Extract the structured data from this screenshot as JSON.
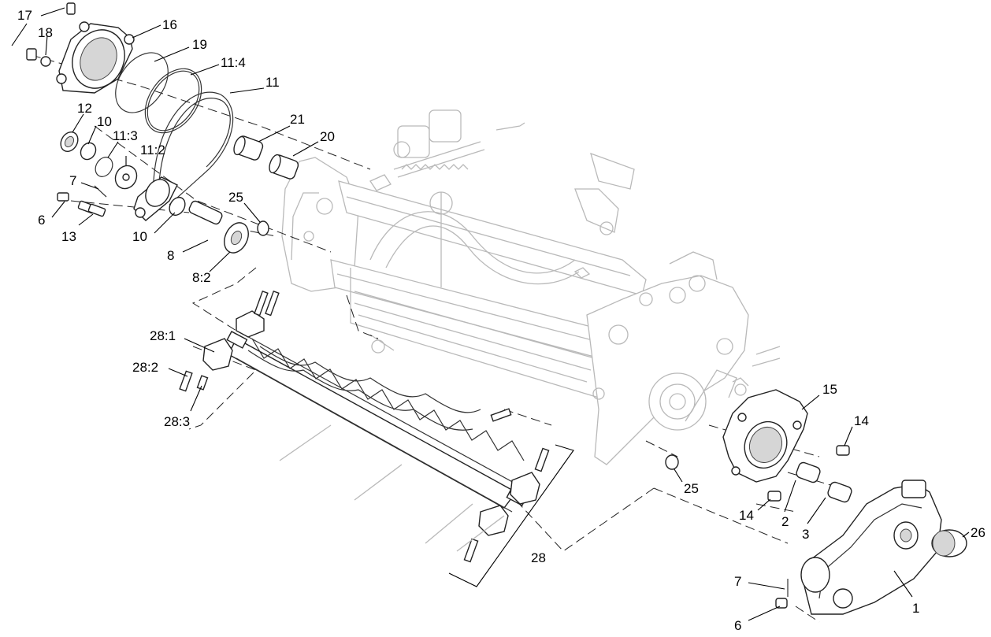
{
  "callouts": [
    {
      "id": "c-17",
      "text": "17"
    },
    {
      "id": "c-18",
      "text": "18"
    },
    {
      "id": "c-16",
      "text": "16"
    },
    {
      "id": "c-19",
      "text": "19"
    },
    {
      "id": "c-11-4",
      "text": "11:4"
    },
    {
      "id": "c-11",
      "text": "11"
    },
    {
      "id": "c-12",
      "text": "12"
    },
    {
      "id": "c-10a",
      "text": "10"
    },
    {
      "id": "c-11-3",
      "text": "11:3"
    },
    {
      "id": "c-11-2",
      "text": "11:2"
    },
    {
      "id": "c-21",
      "text": "21"
    },
    {
      "id": "c-20",
      "text": "20"
    },
    {
      "id": "c-7a",
      "text": "7"
    },
    {
      "id": "c-6a",
      "text": "6"
    },
    {
      "id": "c-13",
      "text": "13"
    },
    {
      "id": "c-25a",
      "text": "25"
    },
    {
      "id": "c-10b",
      "text": "10"
    },
    {
      "id": "c-8",
      "text": "8"
    },
    {
      "id": "c-8-2",
      "text": "8:2"
    },
    {
      "id": "c-28-1",
      "text": "28:1"
    },
    {
      "id": "c-28-2",
      "text": "28:2"
    },
    {
      "id": "c-28-3",
      "text": "28:3"
    },
    {
      "id": "c-15",
      "text": "15"
    },
    {
      "id": "c-14a",
      "text": "14"
    },
    {
      "id": "c-25b",
      "text": "25"
    },
    {
      "id": "c-14b",
      "text": "14"
    },
    {
      "id": "c-2",
      "text": "2"
    },
    {
      "id": "c-3",
      "text": "3"
    },
    {
      "id": "c-26",
      "text": "26"
    },
    {
      "id": "c-28",
      "text": "28"
    },
    {
      "id": "c-7b",
      "text": "7"
    },
    {
      "id": "c-1",
      "text": "1"
    },
    {
      "id": "c-6b",
      "text": "6"
    }
  ]
}
